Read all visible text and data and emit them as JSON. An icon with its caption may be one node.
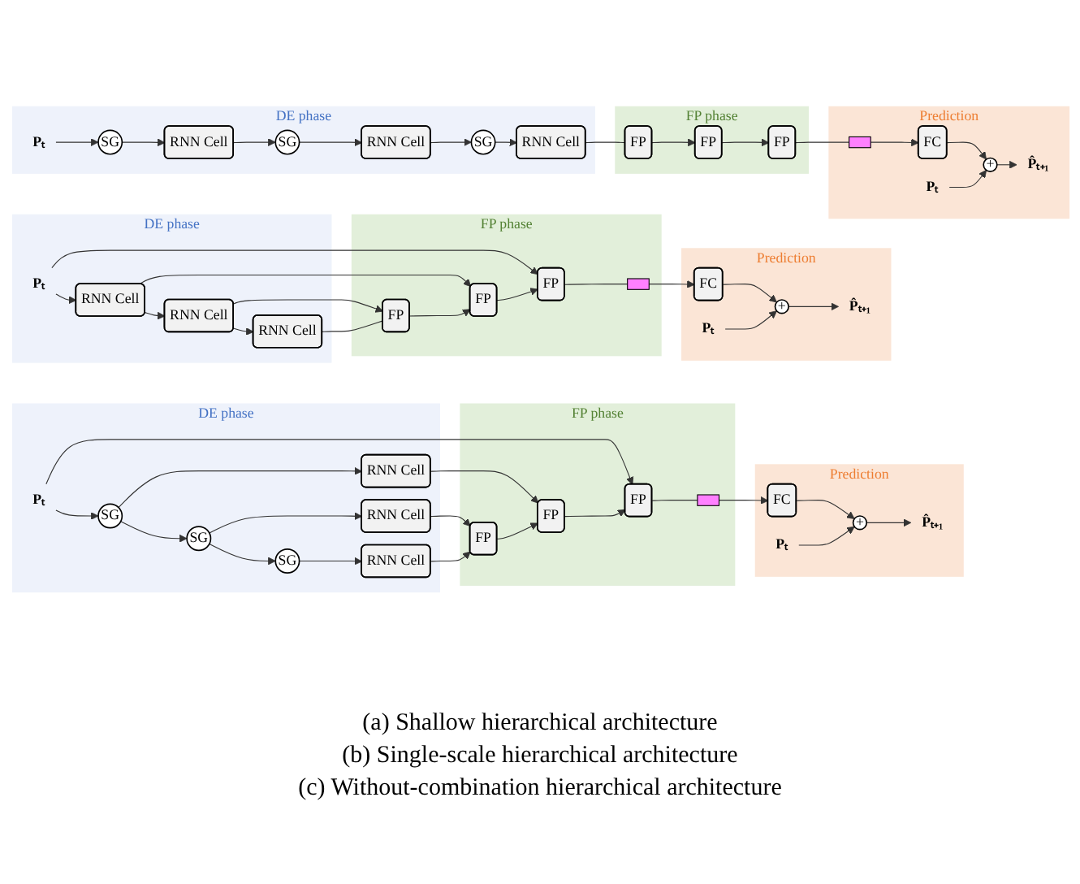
{
  "diagram": {
    "nodes": [
      {
        "text": [
          "DE phase"
        ]
      },
      {
        "text": [
          "FP phase"
        ]
      },
      {
        "text": [
          "Prediction"
        ]
      },
      {
        "text": [
          "Pₜ"
        ],
        "in": 0
      },
      {
        "text": [
          "SG"
        ],
        "in": 0
      },
      {
        "text": [
          "RNN Cell"
        ],
        "in": 0
      },
      {
        "text": [
          "SG"
        ],
        "in": 0
      },
      {
        "text": [
          "RNN Cell"
        ],
        "in": 0
      },
      {
        "text": [
          "SG"
        ],
        "in": 0
      },
      {
        "text": [
          "RNN Cell"
        ],
        "in": 0
      },
      {
        "text": [
          "FP"
        ],
        "in": 1
      },
      {
        "text": [
          "FP"
        ],
        "in": 1
      },
      {
        "text": [
          "FP"
        ],
        "in": 1
      },
      {
        "text": [],
        "shape": "bar",
        "in": 1
      },
      {
        "text": [
          "FC"
        ],
        "in": 2
      },
      {
        "text": [
          "+"
        ],
        "in": 2
      },
      {
        "text": [
          "Pₜ"
        ],
        "in": 2
      },
      {
        "text": [
          "P̂ₜ₊₁"
        ],
        "in": 2
      },
      {
        "text": [
          "DE phase"
        ]
      },
      {
        "text": [
          "FP phase"
        ]
      },
      {
        "text": [
          "Prediction"
        ]
      },
      {
        "text": [
          "Pₜ"
        ],
        "in": 18
      },
      {
        "text": [
          "RNN Cell"
        ],
        "in": 18
      },
      {
        "text": [
          "RNN Cell"
        ],
        "in": 18
      },
      {
        "text": [
          "RNN Cell"
        ],
        "in": 18
      },
      {
        "text": [
          "FP"
        ],
        "in": 19
      },
      {
        "text": [
          "FP"
        ],
        "in": 19
      },
      {
        "text": [
          "FP"
        ],
        "in": 19
      },
      {
        "text": [],
        "shape": "bar",
        "in": 19
      },
      {
        "text": [
          "FC"
        ],
        "in": 20
      },
      {
        "text": [
          "+"
        ],
        "in": 20
      },
      {
        "text": [
          "Pₜ"
        ],
        "in": 20
      },
      {
        "text": [
          "P̂ₜ₊₁"
        ],
        "in": 20
      },
      {
        "text": [
          "DE phase"
        ]
      },
      {
        "text": [
          "FP phase"
        ]
      },
      {
        "text": [
          "Prediction"
        ]
      },
      {
        "text": [
          "Pₜ"
        ],
        "in": 33
      },
      {
        "text": [
          "SG"
        ],
        "in": 33
      },
      {
        "text": [
          "RNN Cell"
        ],
        "in": 33
      },
      {
        "text": [
          "SG"
        ],
        "in": 33
      },
      {
        "text": [
          "RNN Cell"
        ],
        "in": 33
      },
      {
        "text": [
          "SG"
        ],
        "in": 33
      },
      {
        "text": [
          "RNN Cell"
        ],
        "in": 33
      },
      {
        "text": [
          "FP"
        ],
        "in": 34
      },
      {
        "text": [
          "FP"
        ],
        "in": 34
      },
      {
        "text": [
          "FP"
        ],
        "in": 34
      },
      {
        "text": [],
        "shape": "bar",
        "in": 35
      },
      {
        "text": [
          "FC"
        ],
        "in": 35
      },
      {
        "text": [
          "+"
        ],
        "in": 35
      },
      {
        "text": [
          "Pₜ"
        ],
        "in": 35
      },
      {
        "text": [
          "P̂ₜ₊₁"
        ],
        "in": 35
      }
    ],
    "edges": [
      {
        "from": 3,
        "to": 4,
        "arrow": "to"
      },
      {
        "from": 3,
        "to": 12,
        "arrow": "to"
      },
      {
        "from": 4,
        "to": 5,
        "arrow": "to"
      },
      {
        "from": 4,
        "to": 6,
        "arrow": "to"
      },
      {
        "from": 5,
        "to": 11,
        "arrow": "to"
      },
      {
        "from": 6,
        "to": 7,
        "arrow": "to"
      },
      {
        "from": 6,
        "to": 8,
        "arrow": "to"
      },
      {
        "from": 7,
        "to": 10,
        "arrow": "to"
      },
      {
        "from": 8,
        "to": 9,
        "arrow": "to"
      },
      {
        "from": 9,
        "to": 10,
        "arrow": "to"
      },
      {
        "from": 10,
        "to": 11,
        "arrow": "to"
      },
      {
        "from": 11,
        "to": 12,
        "arrow": "to"
      },
      {
        "from": 12,
        "to": 13,
        "arrow": "none"
      },
      {
        "from": 13,
        "to": 14,
        "arrow": "to"
      },
      {
        "from": 14,
        "to": 15,
        "arrow": "to"
      },
      {
        "from": 16,
        "to": 15,
        "arrow": "to"
      },
      {
        "from": 15,
        "to": 17,
        "arrow": "to"
      },
      {
        "from": 21,
        "to": 22,
        "arrow": "to"
      },
      {
        "from": 21,
        "to": 27,
        "arrow": "to"
      },
      {
        "from": 22,
        "to": 23,
        "arrow": "to"
      },
      {
        "from": 22,
        "to": 26,
        "arrow": "to"
      },
      {
        "from": 23,
        "to": 24,
        "arrow": "to"
      },
      {
        "from": 23,
        "to": 25,
        "arrow": "to"
      },
      {
        "from": 24,
        "to": 25,
        "arrow": "none"
      },
      {
        "from": 25,
        "to": 26,
        "arrow": "to"
      },
      {
        "from": 26,
        "to": 27,
        "arrow": "to"
      },
      {
        "from": 27,
        "to": 28,
        "arrow": "none"
      },
      {
        "from": 28,
        "to": 29,
        "arrow": "to"
      },
      {
        "from": 29,
        "to": 30,
        "arrow": "to"
      },
      {
        "from": 31,
        "to": 30,
        "arrow": "to"
      },
      {
        "from": 30,
        "to": 32,
        "arrow": "to"
      },
      {
        "from": 36,
        "to": 37,
        "arrow": "to"
      },
      {
        "from": 37,
        "to": 38,
        "arrow": "to"
      },
      {
        "from": 38,
        "to": 39,
        "arrow": "to"
      },
      {
        "from": 39,
        "to": 40,
        "arrow": "to"
      },
      {
        "from": 40,
        "to": 41,
        "arrow": "to"
      },
      {
        "from": 41,
        "to": 42,
        "arrow": "to"
      },
      {
        "from": 42,
        "to": 43,
        "arrow": "none"
      },
      {
        "from": 43,
        "to": 44,
        "arrow": "to"
      },
      {
        "from": 44,
        "to": 45,
        "arrow": "to"
      },
      {
        "from": 45,
        "to": 46,
        "arrow": "none"
      },
      {
        "from": 46,
        "to": 47,
        "arrow": "to"
      },
      {
        "from": 47,
        "to": 48,
        "arrow": "to"
      },
      {
        "from": 49,
        "to": 48,
        "arrow": "to"
      },
      {
        "from": 48,
        "to": 50,
        "arrow": "to"
      }
    ],
    "labels": [
      "(a) Shallow hierarchical architecture",
      "(b) Single-scale hierarchical architecture",
      "(c) Without-combination hierarchical architecture"
    ]
  }
}
